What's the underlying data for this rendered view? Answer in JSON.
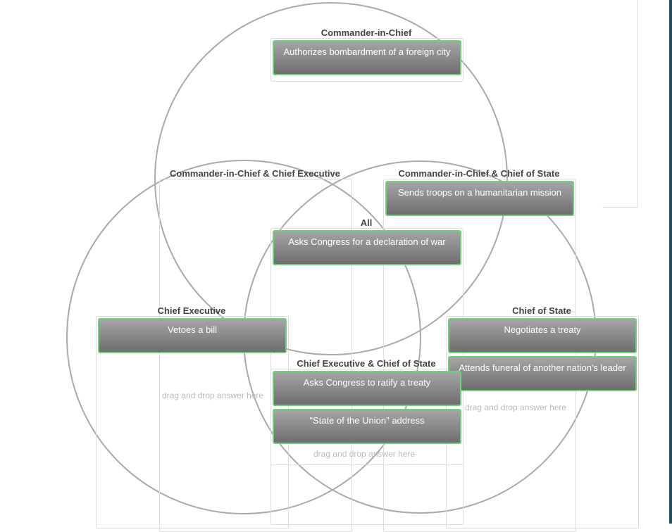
{
  "zones": {
    "cic": "Commander-in-Chief",
    "cic_ce": "Commander-in-Chief & Chief Executive",
    "cic_cs": "Commander-in-Chief & Chief of State",
    "all": "All",
    "ce": "Chief Executive",
    "cs": "Chief of State",
    "ce_cs": "Chief Executive & Chief of State"
  },
  "cards": {
    "c1": "Authorizes bombardment of a foreign city",
    "c2": "Sends troops on a humanitarian mission",
    "c3": "Asks Congress for a declaration of war",
    "c4": "Vetoes a bill",
    "c5": "Negotiates a treaty",
    "c6": "Attends funeral of another nation's leader",
    "c7": "Asks Congress to ratify a treaty",
    "c8": "\"State of the Union\" address"
  },
  "placeholder": "drag and drop answer here",
  "colors": {
    "card_border": "#6fd17a",
    "circle": "#aaaaaa"
  }
}
